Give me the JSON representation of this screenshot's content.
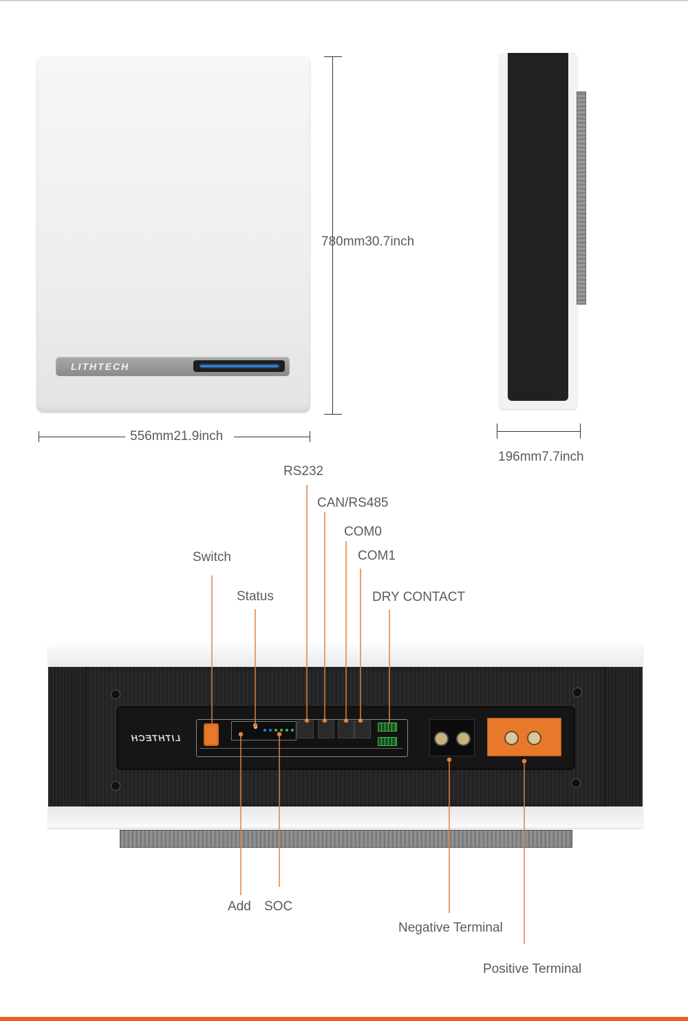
{
  "front_view": {
    "brand": "LITHTECH",
    "height_dimension": "780mm30.7inch",
    "width_dimension": "556mm21.9inch"
  },
  "side_view": {
    "depth_dimension": "196mm7.7inch"
  },
  "panel_view": {
    "brand_mirrored": "LITHTECH",
    "callouts": {
      "rs232": "RS232",
      "can_rs485": "CAN/RS485",
      "com0": "COM0",
      "com1": "COM1",
      "switch": "Switch",
      "status": "Status",
      "dry_contact": "DRY CONTACT",
      "add": "Add",
      "soc": "SOC",
      "negative_terminal": "Negative Terminal",
      "positive_terminal": "Positive Terminal"
    },
    "colors": {
      "accent_orange": "#e8782a",
      "leader_orange": "#e0823a",
      "panel_black": "#1c1c1c",
      "led_blue": "#2f7fd8",
      "led_green": "#3cc24a"
    }
  }
}
